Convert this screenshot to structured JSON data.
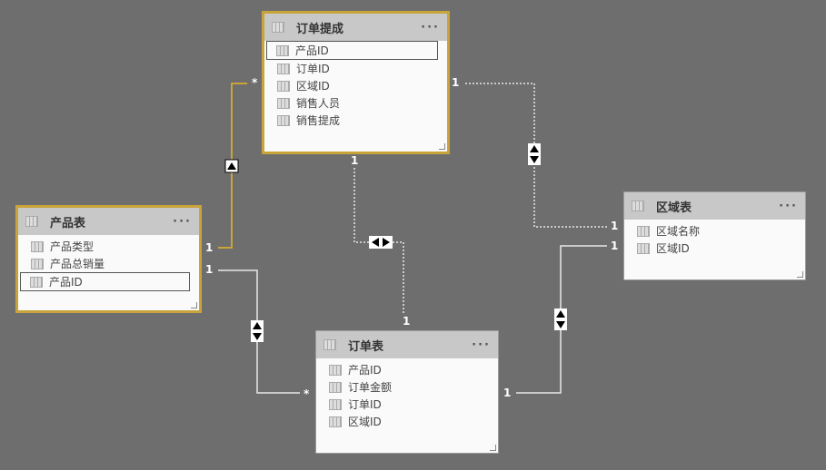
{
  "tables": [
    {
      "name": "订单提成",
      "more": "···",
      "fields": [
        "产品ID",
        "订单ID",
        "区域ID",
        "销售人员",
        "销售提成"
      ]
    },
    {
      "name": "产品表",
      "more": "···",
      "fields": [
        "产品类型",
        "产品总销量",
        "产品ID"
      ]
    },
    {
      "name": "区域表",
      "more": "···",
      "fields": [
        "区域名称",
        "区域ID"
      ]
    },
    {
      "name": "订单表",
      "more": "···",
      "fields": [
        "产品ID",
        "订单金额",
        "订单ID",
        "区域ID"
      ]
    }
  ],
  "cardinality": {
    "one": "1",
    "many": "*"
  },
  "colors": {
    "selected": "#c9a43a",
    "background": "#6e6e6e"
  }
}
